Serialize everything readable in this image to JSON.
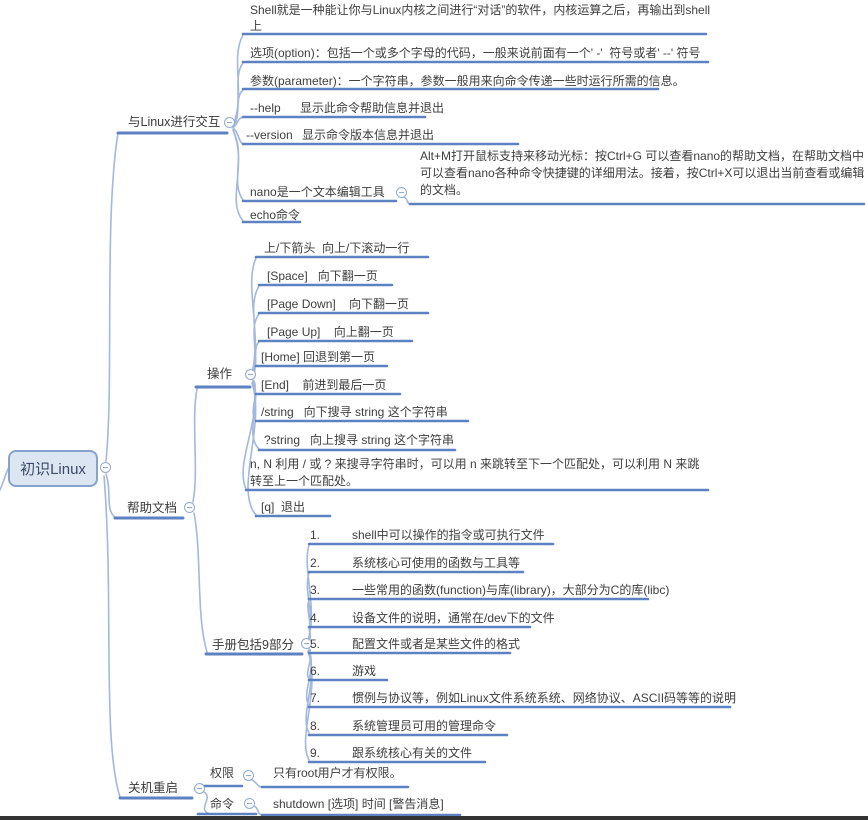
{
  "root": {
    "label": "初识Linux"
  },
  "colors": {
    "branch_line": "#5d81c1",
    "curve_line": "#a2b8dc",
    "root_fill": "#dce6f3",
    "root_border": "#87a3cd",
    "text": "#3e3e3e"
  },
  "icons": {
    "collapse": "minus-circle"
  },
  "branch_interact": {
    "label": "与Linux进行交互",
    "shell": "Shell就是一种能让你与Linux内核之间进行“对话”的软件，内核运算之后，再输出到shell上",
    "option": "选项(option)：包括一个或多个字母的代码，一般来说前面有一个' -'  符号或者' --' 符号",
    "parameter": "参数(parameter)：一个字符串，参数一般用来向命令传递一些时运行所需的信息。",
    "help_label": "--help",
    "help_desc": "显示此命令帮助信息并退出",
    "version_label": "--version",
    "version_desc": "显示命令版本信息并退出",
    "nano_label": "nano是一个文本编辑工具",
    "nano_desc": "Alt+M打开鼠标支持来移动光标：按Ctrl+G 可以查看nano的帮助文档，在帮助文档中可以查看nano各种命令快捷键的详细用法。接着，按Ctrl+X可以退出当前查看或编辑的文档。",
    "echo": "echo命令"
  },
  "branch_help": {
    "label": "帮助文档",
    "ops": {
      "label": "操作",
      "items": [
        "上/下箭头  向上/下滚动一行",
        "[Space]   向下翻一页",
        "[Page Down]    向下翻一页",
        "[Page Up]    向上翻一页",
        "[Home] 回退到第一页",
        "[End]    前进到最后一页",
        "/string   向下搜寻 string 这个字符串",
        "?string   向上搜寻 string 这个字符串",
        "n, N 利用 / 或 ? 来搜寻字符串时，可以用 n 来跳转至下一个匹配处，可以利用 N 来跳转至上一个匹配处。",
        "[q]  退出"
      ]
    },
    "manual": {
      "label": "手册包括9部分",
      "items": [
        {
          "num": "1.",
          "text": "shell中可以操作的指令或可执行文件"
        },
        {
          "num": "2.",
          "text": "系统核心可使用的函数与工具等"
        },
        {
          "num": "3.",
          "text": "一些常用的函数(function)与库(library)，大部分为C的库(libc)"
        },
        {
          "num": "4.",
          "text": "设备文件的说明，通常在/dev下的文件"
        },
        {
          "num": "5.",
          "text": "配置文件或者是某些文件的格式"
        },
        {
          "num": "6.",
          "text": "游戏"
        },
        {
          "num": "7.",
          "text": "惯例与协议等，例如Linux文件系统系统、网络协议、ASCII码等等的说明"
        },
        {
          "num": "8.",
          "text": "系统管理员可用的管理命令"
        },
        {
          "num": "9.",
          "text": "跟系统核心有关的文件"
        }
      ]
    }
  },
  "branch_shutdown": {
    "label": "关机重启",
    "perm_label": "权限",
    "perm_desc": "只有root用户才有权限。",
    "cmd_label": "命令",
    "cmd_desc": "shutdown [选项] 时间 [警告消息]"
  }
}
